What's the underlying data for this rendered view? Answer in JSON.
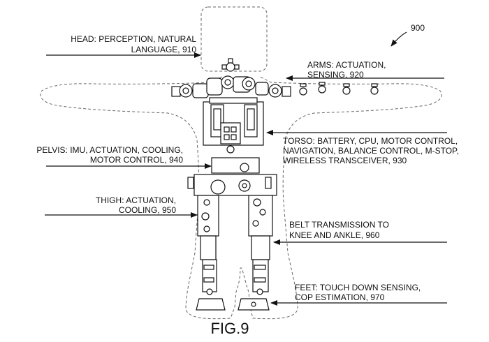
{
  "figure": {
    "reference_number": "900",
    "title": "FIG.9"
  },
  "callouts": {
    "head": {
      "line1": "HEAD: PERCEPTION, NATURAL",
      "line2": "LANGUAGE, 910"
    },
    "arms": {
      "line1": "ARMS: ACTUATION,",
      "line2": "SENSING, 920"
    },
    "torso": {
      "line1": "TORSO: BATTERY, CPU, MOTOR CONTROL,",
      "line2": "NAVIGATION, BALANCE CONTROL, M-STOP,",
      "line3": "WIRELESS TRANSCEIVER, 930"
    },
    "pelvis": {
      "line1": "PELVIS: IMU, ACTUATION, COOLING,",
      "line2": "MOTOR CONTROL, 940"
    },
    "thigh": {
      "line1": "THIGH: ACTUATION,",
      "line2": "COOLING, 950"
    },
    "belt": {
      "line1": "BELT TRANSMISSION TO",
      "line2": "KNEE AND ANKLE, 960"
    },
    "feet": {
      "line1": "FEET: TOUCH DOWN SENSING,",
      "line2": "COP ESTIMATION, 970"
    }
  }
}
